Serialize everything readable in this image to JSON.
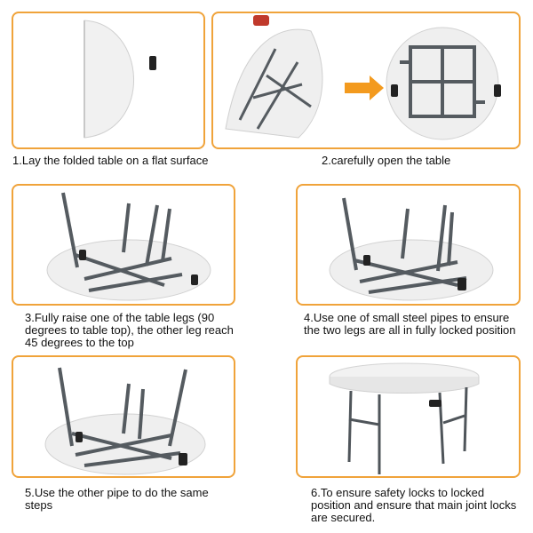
{
  "steps": [
    {
      "caption": "1.Lay the folded table on a flat surface"
    },
    {
      "caption": "2.carefully open the table"
    },
    {
      "caption": "3.Fully raise one of the table legs (90 degrees to table top), the other leg reach 45 degrees to the top"
    },
    {
      "caption": "4.Use one of small steel pipes to ensure the two legs are all in fully locked position"
    },
    {
      "caption": "5.Use the other pipe to do the same steps"
    },
    {
      "caption": "6.To ensure safety locks to locked position and ensure that main joint locks are secured."
    }
  ],
  "colors": {
    "panel_border": "#f0a33a",
    "arrow": "#f39a1e",
    "frame": "#555b60",
    "top": "#eeeeee"
  }
}
